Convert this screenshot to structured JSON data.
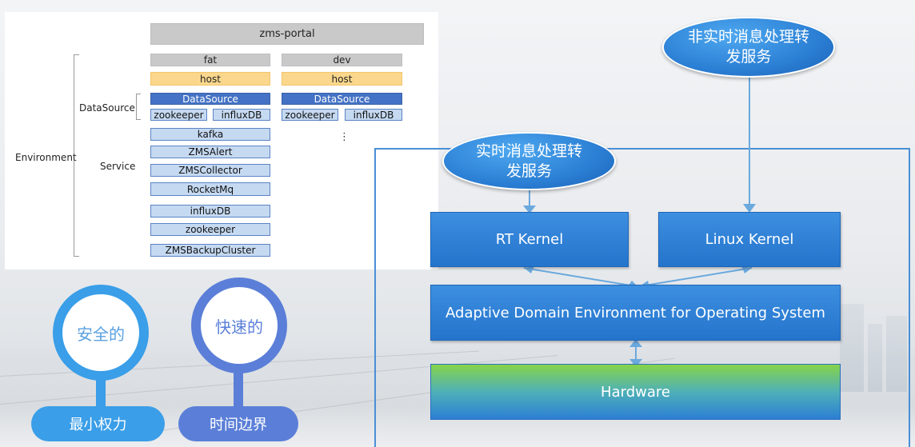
{
  "portal": {
    "title": "zms-portal"
  },
  "environment_label": "Environment",
  "datasource_label": "DataSource",
  "service_label": "Service",
  "columns": [
    {
      "env": "fat",
      "host": "host",
      "datasource": "DataSource",
      "ds_items": [
        "zookeeper",
        "influxDB"
      ]
    },
    {
      "env": "dev",
      "host": "host",
      "datasource": "DataSource",
      "ds_items": [
        "zookeeper",
        "influxDB"
      ]
    }
  ],
  "services": [
    "kafka",
    "ZMSAlert",
    "ZMSCollector",
    "RocketMq",
    "influxDB",
    "zookeeper",
    "ZMSBackupCluster"
  ],
  "ellipsis": "⋮",
  "principles": [
    {
      "circle": "安全的",
      "pill": "最小权力",
      "color": "#3a9ee8"
    },
    {
      "circle": "快速的",
      "pill": "时间边界",
      "color": "#5b7fd8"
    }
  ],
  "architecture": {
    "non_realtime": "非实时消息处理转发服务",
    "realtime": "实时消息处理转发服务",
    "rt_kernel": "RT Kernel",
    "linux_kernel": "Linux Kernel",
    "adeos": "Adaptive Domain Environment for Operating System",
    "hardware": "Hardware"
  },
  "colors": {
    "primary_blue": "#2a7fd4",
    "hardware_green": "#86d44a",
    "frame": "#4a8fd6"
  }
}
